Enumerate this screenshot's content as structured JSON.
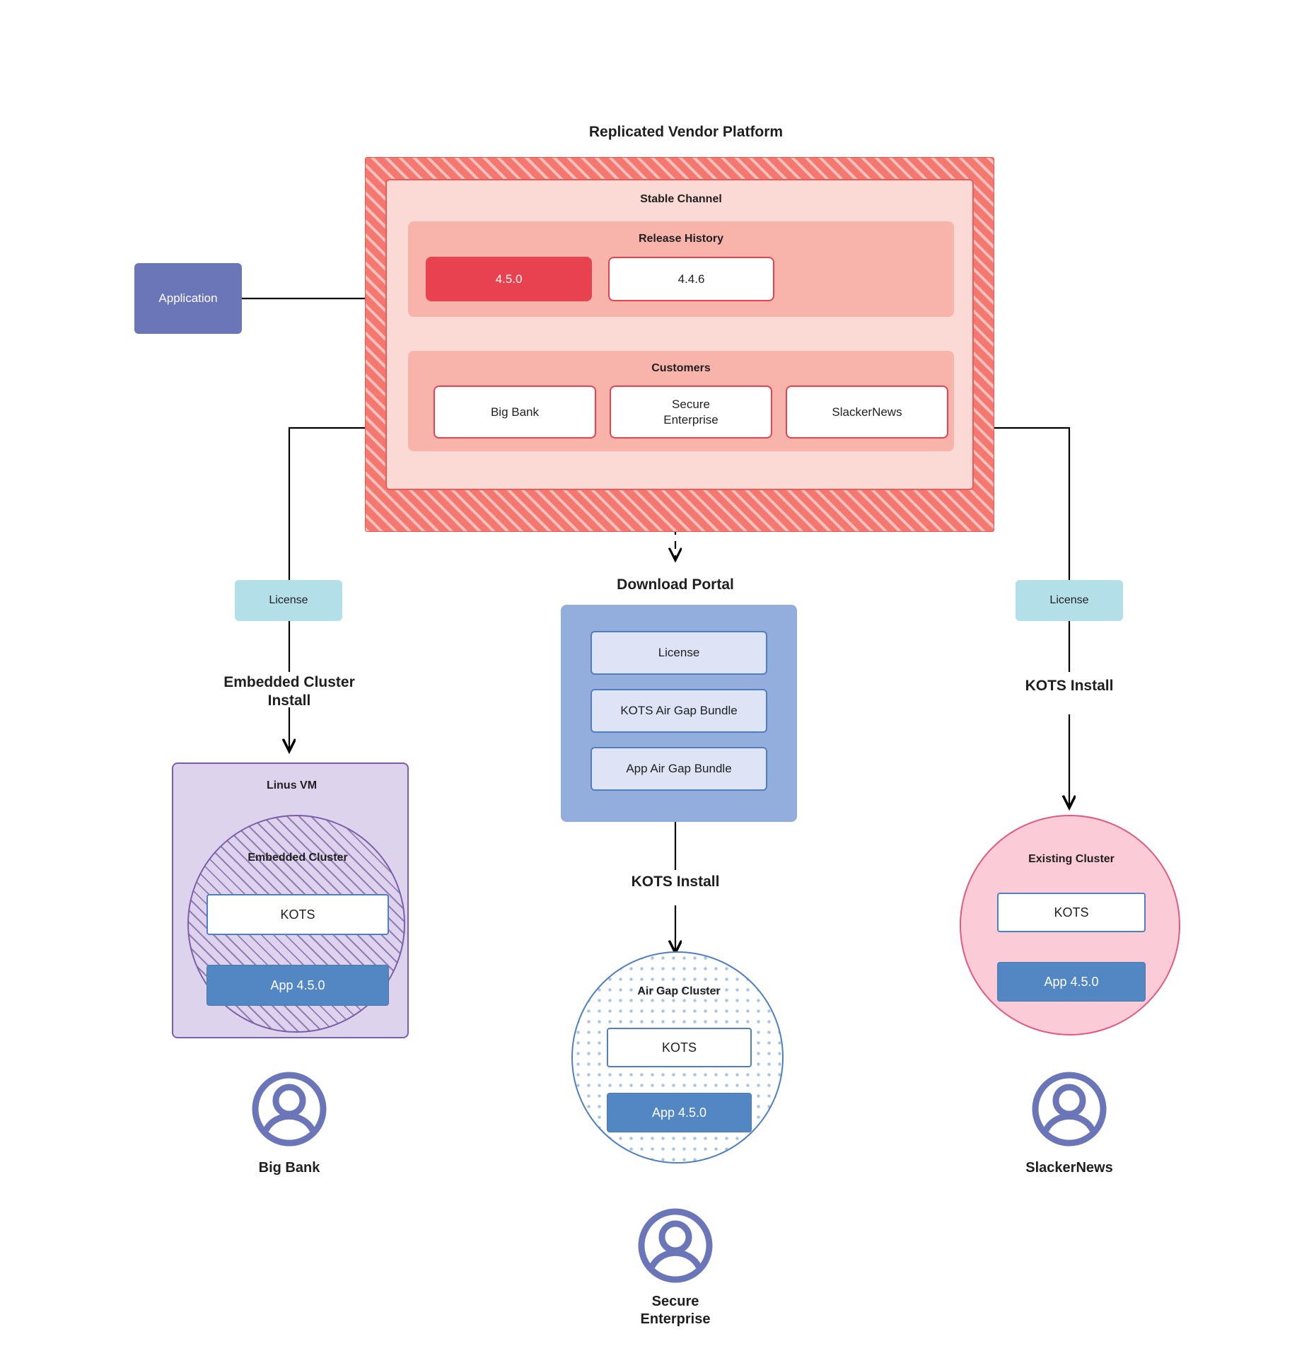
{
  "diagram": {
    "title": "Replicated Vendor Platform",
    "application_node": {
      "label": "Application"
    },
    "stable_channel": {
      "label": "Stable Channel",
      "release_history": {
        "label": "Release History",
        "releases": [
          {
            "version": "4.5.0",
            "state": "current"
          },
          {
            "version": "4.4.6",
            "state": "previous"
          }
        ]
      },
      "customers": {
        "label": "Customers",
        "items": [
          {
            "name": "Big Bank"
          },
          {
            "name": "Secure\nEnterprise"
          },
          {
            "name": "SlackerNews"
          }
        ]
      }
    },
    "branches": {
      "left": {
        "license_label": "License",
        "install_label": "Embedded Cluster\nInstall",
        "vm_label": "Linus VM",
        "cluster_label": "Embedded Cluster",
        "kots_label": "KOTS",
        "app_label": "App 4.5.0",
        "customer_label": "Big Bank",
        "avatar_icon": "user-avatar-icon"
      },
      "center": {
        "portal_title": "Download  Portal",
        "portal_items": [
          {
            "label": "License"
          },
          {
            "label": "KOTS Air Gap Bundle"
          },
          {
            "label": "App Air Gap Bundle"
          }
        ],
        "install_label": "KOTS Install",
        "cluster_label": "Air Gap Cluster",
        "kots_label": "KOTS",
        "app_label": "App 4.5.0",
        "customer_label": "Secure\nEnterprise",
        "avatar_icon": "user-avatar-icon"
      },
      "right": {
        "license_label": "License",
        "install_label": "KOTS Install",
        "cluster_label": "Existing Cluster",
        "kots_label": "KOTS",
        "app_label": "App 4.5.0",
        "customer_label": "SlackerNews",
        "avatar_icon": "user-avatar-icon"
      }
    },
    "colors": {
      "platform_hatch": "#f4786f",
      "platform_border": "#e8554b",
      "stable_channel_bg": "#fbd9d4",
      "inner_panel_bg": "#f8b3ab",
      "release_current": "#e8414f",
      "application": "#6b76b8",
      "license_chip": "#b3e0e8",
      "portal_bg": "#93aedc",
      "portal_item_bg": "#dee3f5",
      "linux_vm_bg": "#ded3ec",
      "embedded_cluster_border": "#7b5ea8",
      "airgap_border": "#4e7fc1",
      "existing_cluster_bg": "#fbccd8",
      "existing_cluster_border": "#e05a80",
      "kots_border": "#4e7fc1",
      "app_box": "#5287c4",
      "avatar": "#6b76b8",
      "connector": "#000000"
    }
  }
}
